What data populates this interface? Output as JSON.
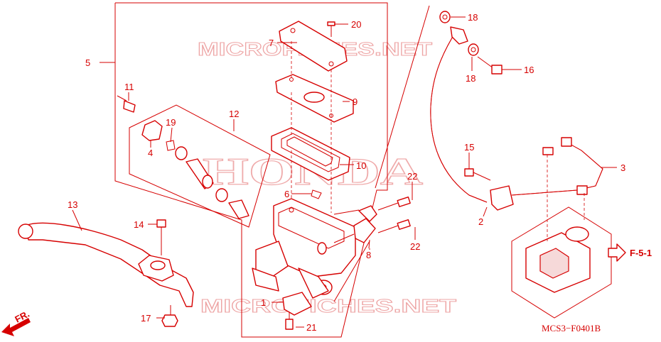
{
  "watermarks": {
    "top": "MICROFICHES.NET",
    "middle": "HONDA",
    "bottom": "MICROFICHES.NET"
  },
  "callouts": [
    {
      "id": "c1",
      "text": "1"
    },
    {
      "id": "c2",
      "text": "2"
    },
    {
      "id": "c3",
      "text": "3"
    },
    {
      "id": "c4",
      "text": "4"
    },
    {
      "id": "c5",
      "text": "5"
    },
    {
      "id": "c6",
      "text": "6"
    },
    {
      "id": "c7",
      "text": "7"
    },
    {
      "id": "c8",
      "text": "8"
    },
    {
      "id": "c9",
      "text": "9"
    },
    {
      "id": "c10",
      "text": "10"
    },
    {
      "id": "c11",
      "text": "11"
    },
    {
      "id": "c12",
      "text": "12"
    },
    {
      "id": "c13",
      "text": "13"
    },
    {
      "id": "c14",
      "text": "14"
    },
    {
      "id": "c15",
      "text": "15"
    },
    {
      "id": "c16",
      "text": "16"
    },
    {
      "id": "c17",
      "text": "17"
    },
    {
      "id": "c18a",
      "text": "18"
    },
    {
      "id": "c18b",
      "text": "18"
    },
    {
      "id": "c19",
      "text": "19"
    },
    {
      "id": "c20",
      "text": "20"
    },
    {
      "id": "c21",
      "text": "21"
    },
    {
      "id": "c22a",
      "text": "22"
    },
    {
      "id": "c22b",
      "text": "22"
    }
  ],
  "reference": "F-5-1",
  "front_marker": "FR.",
  "diagram_code": "MCS3−F0401B",
  "colors": {
    "line": "#d60000",
    "watermark": "#e05a5a",
    "background": "#ffffff"
  }
}
